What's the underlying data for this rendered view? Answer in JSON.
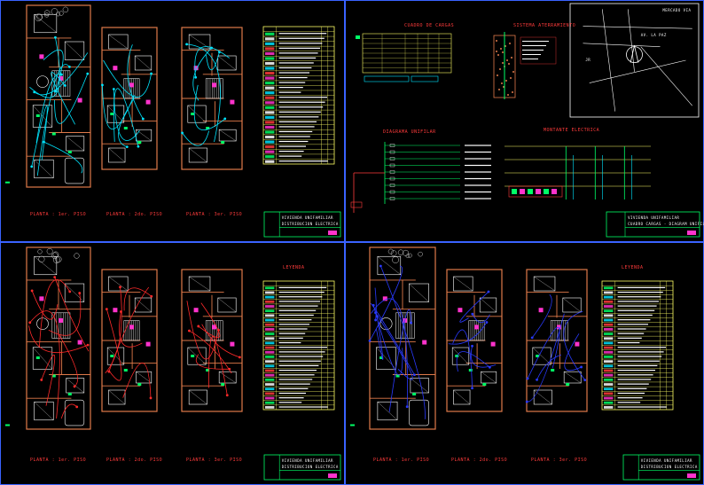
{
  "colors": {
    "background": "#000000",
    "sheet_frame": "#3a63ff",
    "walls": "#e07a4a",
    "furniture": "#ffffff",
    "legend_table": "#ffff66",
    "circuit_cyan": "#00e5ff",
    "circuit_red": "#ff2a2a",
    "circuit_blue": "#2a3aff",
    "symbol_magenta": "#ff33cc",
    "green": "#00ff66",
    "title_red": "#ff3b3b"
  },
  "sheets": [
    {
      "id": "top-left",
      "circuit_color": "circuit_cyan",
      "plan_labels": [
        "PLANTA : 1er. PISO",
        "PLANTA : 2do. PISO",
        "PLANTA : 3er. PISO"
      ],
      "legend_title": "",
      "title_block": [
        "VIVIENDA UNIFAMILIAR",
        "DISTRIBUCION ELECTRICA"
      ]
    },
    {
      "id": "bottom-left",
      "circuit_color": "circuit_red",
      "plan_labels": [
        "PLANTA : 1er. PISO",
        "PLANTA : 2do. PISO",
        "PLANTA : 3er. PISO"
      ],
      "legend_title": "LEYENDA",
      "title_block": [
        "VIVIENDA UNIFAMILIAR",
        "DISTRIBUCION ELECTRICA"
      ]
    },
    {
      "id": "bottom-right",
      "circuit_color": "circuit_blue",
      "plan_labels": [
        "PLANTA : 1er. PISO",
        "PLANTA : 2do. PISO",
        "PLANTA : 3er. PISO"
      ],
      "legend_title": "LEYENDA",
      "title_block": [
        "VIVIENDA UNIFAMILIAR",
        "DISTRIBUCION ELECTRICA"
      ]
    }
  ],
  "detail_sheet": {
    "titles": {
      "cuadro": "CUADRO DE CARGAS",
      "pozo": "SISTEMA ATERRAMIENTO",
      "diagrama": "DIAGRAMA UNIFILAR",
      "montante": "MONTANTE ELECTRICA"
    },
    "location_map": {
      "street_labels": [
        "MERCADO VIA",
        "AV. LA PAZ",
        "JR"
      ]
    },
    "title_block": [
      "VIVIENDA UNIFAMILIAR",
      "CUADRO CARGAS - DIAGRAM UNIFILAR"
    ]
  }
}
